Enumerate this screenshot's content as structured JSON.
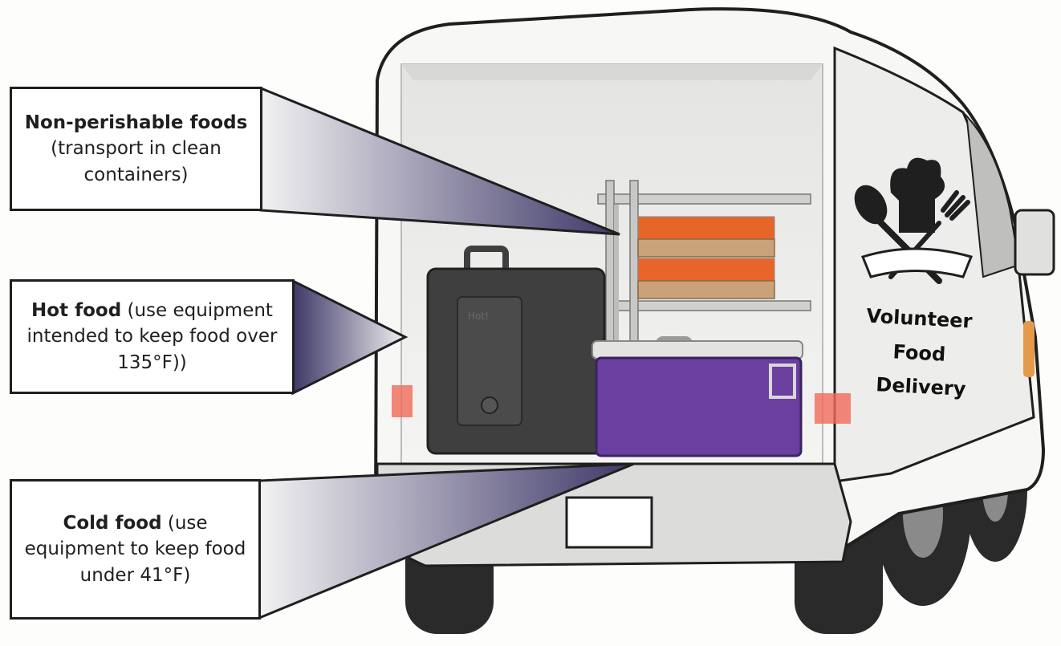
{
  "callouts": [
    {
      "bold": "Non-perishable foods",
      "rest": " (transport in clean containers)"
    },
    {
      "bold": "Hot food",
      "rest": " (use equipment intended to keep food over 135°F))"
    },
    {
      "bold": "Cold food",
      "rest": " (use equipment to keep food under 41°F)"
    }
  ],
  "van": {
    "logo_line1": "Volunteer",
    "logo_line2": "Food",
    "logo_line3": "Delivery",
    "hot_box_label": "Hot!"
  },
  "colors": {
    "cooler_purple": "#6a3fa0",
    "hot_box_gray": "#3f3f3f",
    "can_orange": "#e8652a",
    "callout_pointer_dark": "#4a4470",
    "callout_pointer_light": "#eeeeee"
  }
}
